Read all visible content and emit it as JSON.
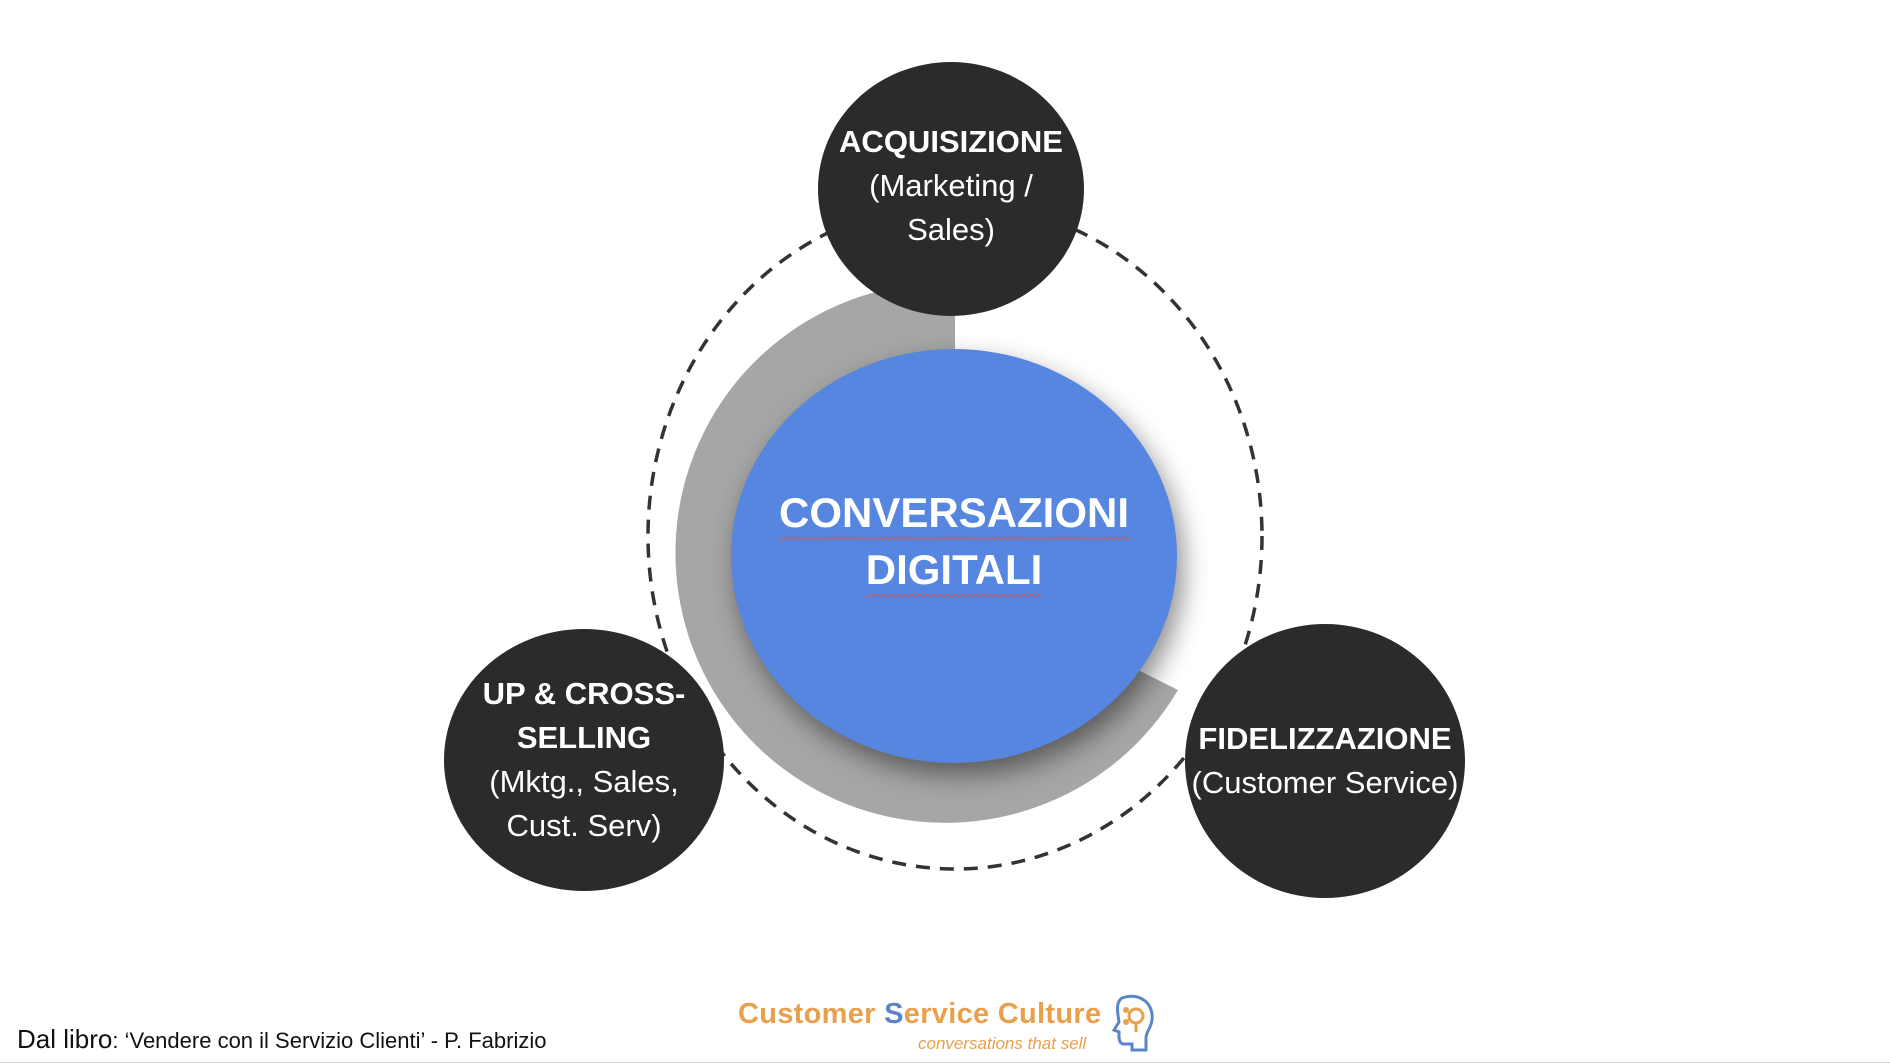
{
  "center": {
    "line1": "CONVERSAZIONI",
    "line2": "DIGITALI"
  },
  "nodes": {
    "top": {
      "title": "ACQUISIZIONE",
      "line2": "(Marketing /",
      "line3": "Sales)"
    },
    "left": {
      "title1": "UP & CROSS-",
      "title2": "SELLING",
      "line3": "(Mktg., Sales,",
      "line4": "Cust. Serv)"
    },
    "right": {
      "title": "FIDELIZZAZIONE",
      "line2": "(Customer Service)"
    }
  },
  "footer": {
    "source_prefix": "Dal libro",
    "source_detail": ": ‘Vendere con il Servizio Clienti’ - P. Fabrizio"
  },
  "logo": {
    "name_part1": "Customer ",
    "name_part2": "S",
    "name_part3": "ervice Culture",
    "tagline": "conversations that sell"
  },
  "colors": {
    "center_fill": "#5686e0",
    "node_fill": "#2b2b2b",
    "arc_fill": "#a6a6a6",
    "dashed_ring": "#333333",
    "logo_orange": "#e8a04c",
    "logo_blue": "#5a86c9"
  }
}
